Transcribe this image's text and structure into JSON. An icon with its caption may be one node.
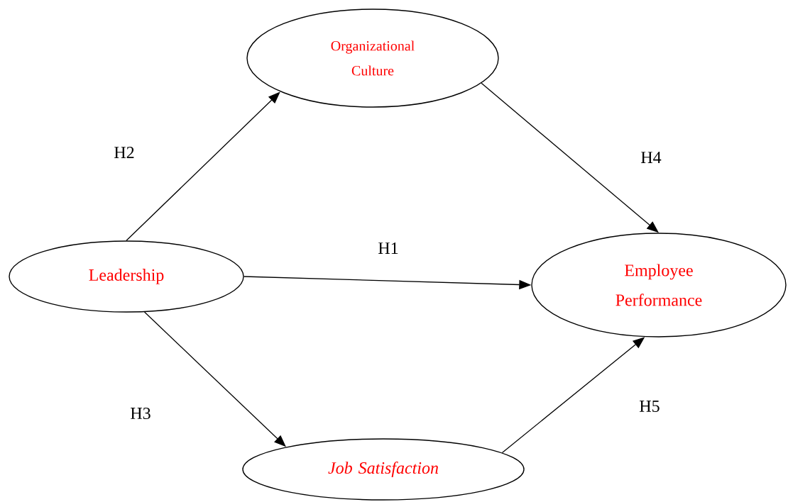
{
  "diagram": {
    "nodes": [
      {
        "text": [
          "Organizational Culture"
        ]
      },
      {
        "text": [
          "Leadership"
        ]
      },
      {
        "text": [
          "Employee Performance"
        ]
      },
      {
        "text": [
          "Job Satisfaction"
        ]
      }
    ],
    "edges": [
      {
        "from": 1,
        "to": 0,
        "arrow": "to",
        "label": "H2"
      },
      {
        "from": 1,
        "to": 2,
        "arrow": "to",
        "label": "H1"
      },
      {
        "from": 1,
        "to": 3,
        "arrow": "to",
        "label": "H3"
      },
      {
        "from": 0,
        "to": 2,
        "arrow": "to",
        "label": "H4"
      },
      {
        "from": 3,
        "to": 2,
        "arrow": "to",
        "label": "H5"
      }
    ]
  }
}
